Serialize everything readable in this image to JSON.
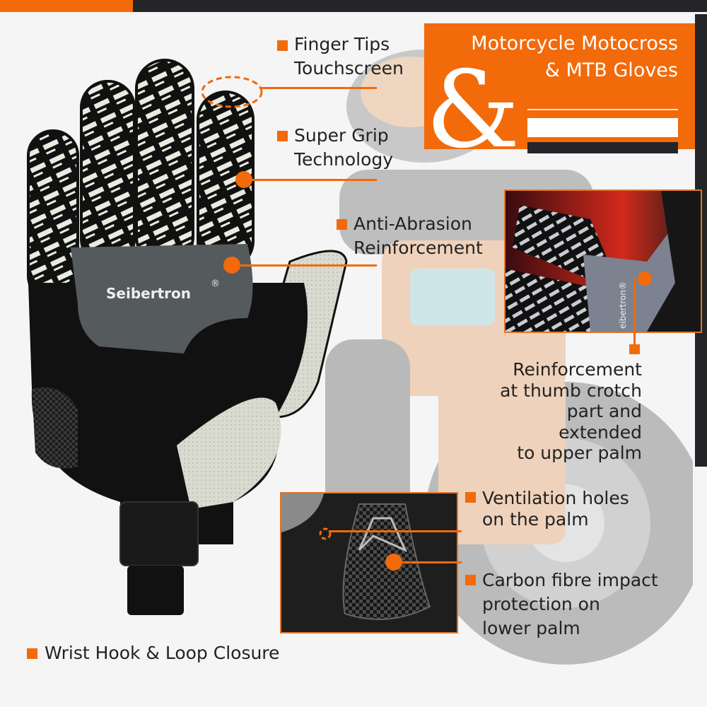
{
  "title": {
    "line1": "Motorcycle Motocross",
    "line2": "& MTB Gloves",
    "ampersand": "&"
  },
  "brand": {
    "name": "Seibertron",
    "registered": "®"
  },
  "features": [
    {
      "id": "finger-tips",
      "line1": "Finger Tips",
      "line2": "Touchscreen"
    },
    {
      "id": "super-grip",
      "line1": "Super Grip",
      "line2": "Technology"
    },
    {
      "id": "anti-abrasion",
      "line1": "Anti-Abrasion",
      "line2": "Reinforcement"
    },
    {
      "id": "ventilation",
      "line1": "Ventilation holes",
      "line2": "on the palm"
    },
    {
      "id": "carbon",
      "line1": "Carbon fibre impact",
      "line2": "protection on",
      "line3": "lower palm"
    },
    {
      "id": "wrist",
      "line1": "Wrist Hook & Loop Closure"
    }
  ],
  "thumb_caption": {
    "line1": "Reinforcement",
    "line2": "at thumb crotch",
    "line3": "part and",
    "line4": "extended",
    "line5": "to upper palm"
  },
  "inset_thumb_brand": "eibertron®",
  "colors": {
    "accent": "#f26a0a",
    "dark": "#242529",
    "background": "#f5f5f5",
    "text": "#222222"
  }
}
